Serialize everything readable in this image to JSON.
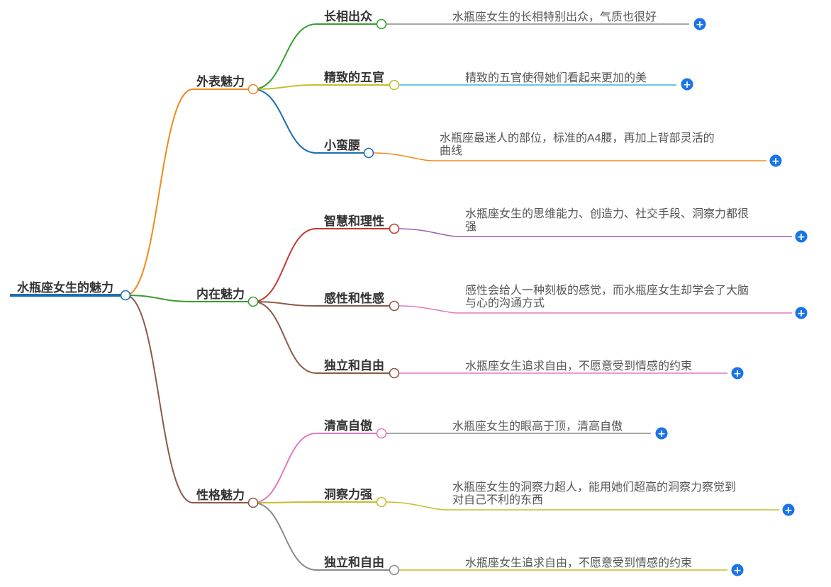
{
  "root": {
    "label": "水瓶座女生的魅力",
    "color": "#1b6fb0"
  },
  "branches": [
    {
      "id": "appearance",
      "label": "外表魅力",
      "color": "#f08a1c",
      "children": [
        {
          "id": "looks",
          "label": "长相出众",
          "color": "#3a9d30",
          "desc_lines": [
            "水瓶座女生的长相特别出众，气质也很好"
          ],
          "desc_line_color": "#8a8a8a"
        },
        {
          "id": "features",
          "label": "精致的五官",
          "color": "#c4be2c",
          "desc_lines": [
            "精致的五官使得她们看起来更加的美"
          ],
          "desc_line_color": "#35b8d6"
        },
        {
          "id": "waist",
          "label": "小蛮腰",
          "color": "#1b6fb0",
          "desc_lines": [
            "水瓶座最迷人的部位，标准的A4腰，再加上背部灵活的",
            "曲线"
          ],
          "desc_line_color": "#f08a1c"
        }
      ]
    },
    {
      "id": "inner",
      "label": "内在魅力",
      "color": "#3a9d30",
      "children": [
        {
          "id": "wisdom",
          "label": "智慧和理性",
          "color": "#c23a2e",
          "desc_lines": [
            "水瓶座女生的思维能力、创造力、社交手段、洞察力都很",
            "强"
          ],
          "desc_line_color": "#9b5fb5"
        },
        {
          "id": "sensibility",
          "label": "感性和性感",
          "color": "#8a5a48",
          "desc_lines": [
            "感性会给人一种刻板的感觉，而水瓶座女生却学会了大脑",
            "与心的沟通方式"
          ],
          "desc_line_color": "#e07ac0"
        },
        {
          "id": "independence1",
          "label": "独立和自由",
          "color": "#8a5a48",
          "desc_lines": [
            "水瓶座女生追求自由，不愿意受到情感的约束"
          ],
          "desc_line_color": "#e07ac0"
        }
      ]
    },
    {
      "id": "personality",
      "label": "性格魅力",
      "color": "#8a5a48",
      "children": [
        {
          "id": "aloof",
          "label": "清高自傲",
          "color": "#e07ac0",
          "desc_lines": [
            "水瓶座女生的眼高于顶，清高自傲"
          ],
          "desc_line_color": "#8a8a8a"
        },
        {
          "id": "insight",
          "label": "洞察力强",
          "color": "#c4be2c",
          "desc_lines": [
            "水瓶座女生的洞察力超人，能用她们超高的洞察力察觉到",
            "对自己不利的东西"
          ],
          "desc_line_color": "#c4be2c"
        },
        {
          "id": "independence2",
          "label": "独立和自由",
          "color": "#8a8a8a",
          "desc_lines": [
            "水瓶座女生追求自由，不愿意受到情感的约束"
          ],
          "desc_line_color": "#c4be2c"
        }
      ]
    }
  ],
  "expand_button": {
    "symbol": "+",
    "color": "#1a73e8"
  }
}
